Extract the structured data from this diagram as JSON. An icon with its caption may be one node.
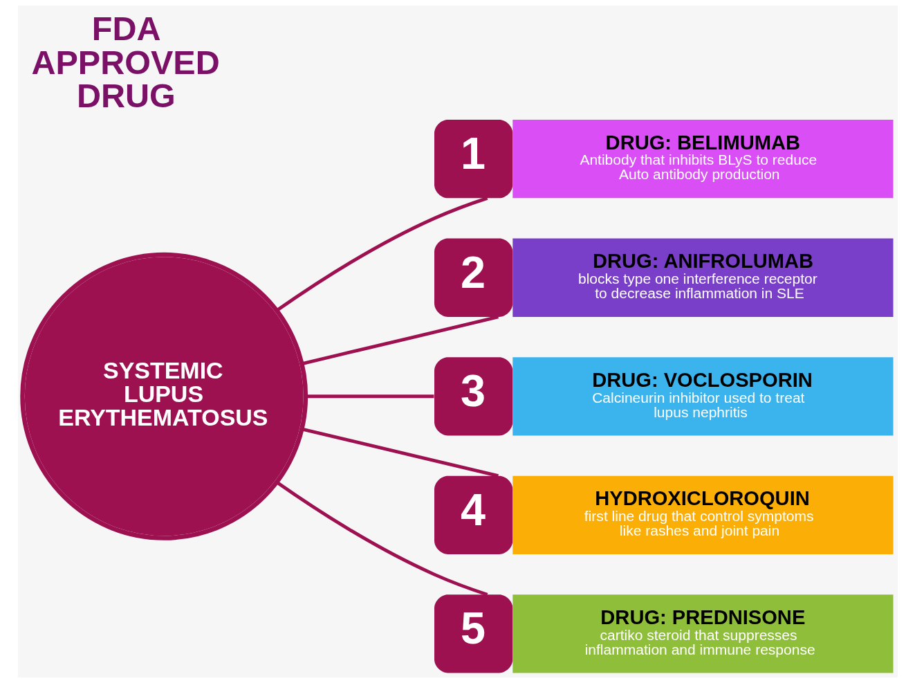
{
  "diagram": {
    "title": "FDA APPROVED DRUG",
    "nodes": [
      {
        "text": [
          "SYSTEMIC LUPUS ERYTHEMATOSUS"
        ]
      },
      {
        "text": [
          "1",
          "DRUG: BELIMUMAB",
          "Antibody that inhibits BLyS to reduce Auto antibody production"
        ]
      },
      {
        "text": [
          "2",
          "DRUG: ANIFROLUMAB",
          "blocks type one interference receptor to decrease inflammation in SLE"
        ]
      },
      {
        "text": [
          "3",
          "DRUG: VOCLOSPORIN",
          "Calcineurin inhibitor used to treat lupus nephritis"
        ]
      },
      {
        "text": [
          "4",
          "HYDROXICLOROQUIN",
          "first line drug that control symptoms like rashes and joint pain"
        ]
      },
      {
        "text": [
          "5",
          "DRUG: PREDNISONE",
          "cartiko steroid that suppresses inflammation and immune response"
        ]
      }
    ],
    "edges": [
      {
        "from": 0,
        "to": 1,
        "arrow": "none"
      },
      {
        "from": 0,
        "to": 2,
        "arrow": "none"
      },
      {
        "from": 0,
        "to": 3,
        "arrow": "none"
      },
      {
        "from": 0,
        "to": 4,
        "arrow": "none"
      },
      {
        "from": 0,
        "to": 5,
        "arrow": "none"
      }
    ]
  }
}
